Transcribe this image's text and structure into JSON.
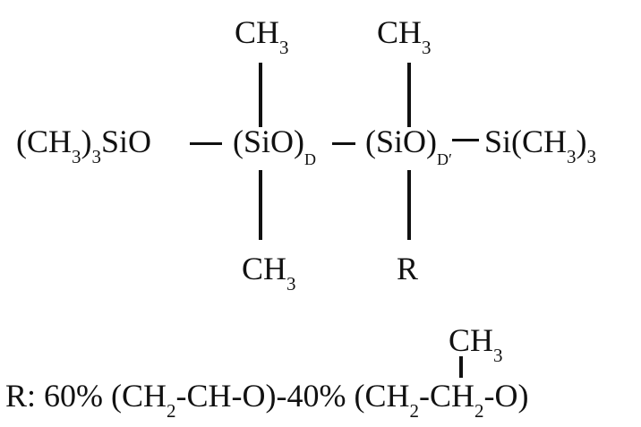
{
  "structure": {
    "left_end_group": {
      "pre": "(CH",
      "sub1": "3",
      "mid": ")",
      "sub2": "3",
      "post": "SiO"
    },
    "unit_d": {
      "text": "(SiO)",
      "subscript": "D"
    },
    "unit_d_prime": {
      "text": "(SiO)",
      "subscript": "D′"
    },
    "right_end_group": {
      "pre": "Si(CH",
      "sub1": "3",
      "mid": ")",
      "sub2": "3"
    },
    "unit_d_top": {
      "pre": "CH",
      "sub": "3"
    },
    "unit_d_bottom": {
      "pre": "CH",
      "sub": "3"
    },
    "unit_d_prime_top": {
      "pre": "CH",
      "sub": "3"
    },
    "unit_d_prime_side": "R"
  },
  "r_definition": {
    "label": "R:",
    "eo_percent": "60%",
    "eo_pre": "(CH",
    "eo_sub": "2",
    "eo_post": "-CH-O)-",
    "po_percent": "40%",
    "po_pre": "(CH",
    "po_sub1": "2",
    "po_mid": "-CH",
    "po_sub2": "2",
    "po_post": "-O)",
    "po_branch_pre": "CH",
    "po_branch_sub": "3"
  }
}
